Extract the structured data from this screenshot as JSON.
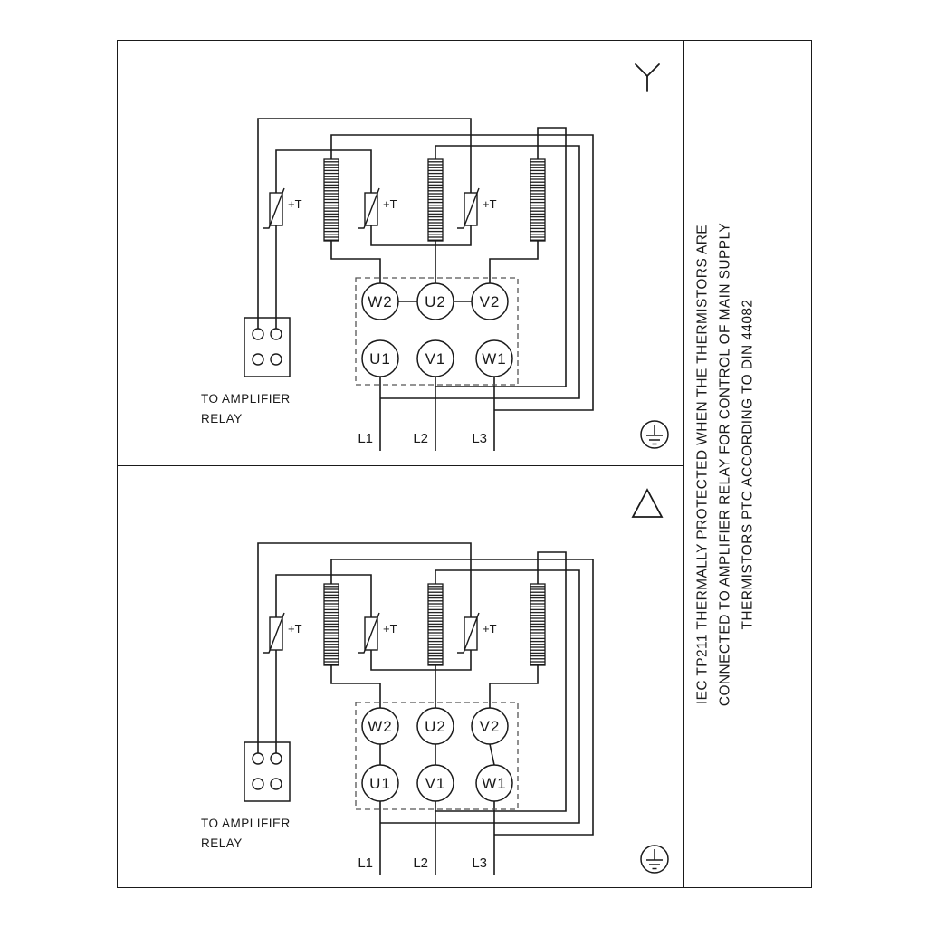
{
  "right_note": {
    "lines": [
      "IEC TP211 THERMALLY PROTECTED WHEN THE THERMISTORS ARE",
      "CONNECTED TO AMPLIFIER RELAY FOR CONTROL OF MAIN SUPPLY",
      "THERMISTORS PTC ACCORDING TO DIN 44082"
    ]
  },
  "panels": [
    {
      "name": "star-connection",
      "symbol": "star",
      "thermistor_labels": [
        "+T",
        "+T",
        "+T"
      ],
      "terminals_top": [
        "W2",
        "U2",
        "V2"
      ],
      "terminals_bottom": [
        "U1",
        "V1",
        "W1"
      ],
      "supply": [
        "L1",
        "L2",
        "L3"
      ],
      "relay_caption_line1": "TO AMPLIFIER",
      "relay_caption_line2": "RELAY"
    },
    {
      "name": "delta-connection",
      "symbol": "delta",
      "thermistor_labels": [
        "+T",
        "+T",
        "+T"
      ],
      "terminals_top": [
        "W2",
        "U2",
        "V2"
      ],
      "terminals_bottom": [
        "U1",
        "V1",
        "W1"
      ],
      "supply": [
        "L1",
        "L2",
        "L3"
      ],
      "relay_caption_line1": "TO AMPLIFIER",
      "relay_caption_line2": "RELAY"
    }
  ],
  "colors": {
    "ink": "#1a1a1a",
    "background": "#ffffff"
  }
}
